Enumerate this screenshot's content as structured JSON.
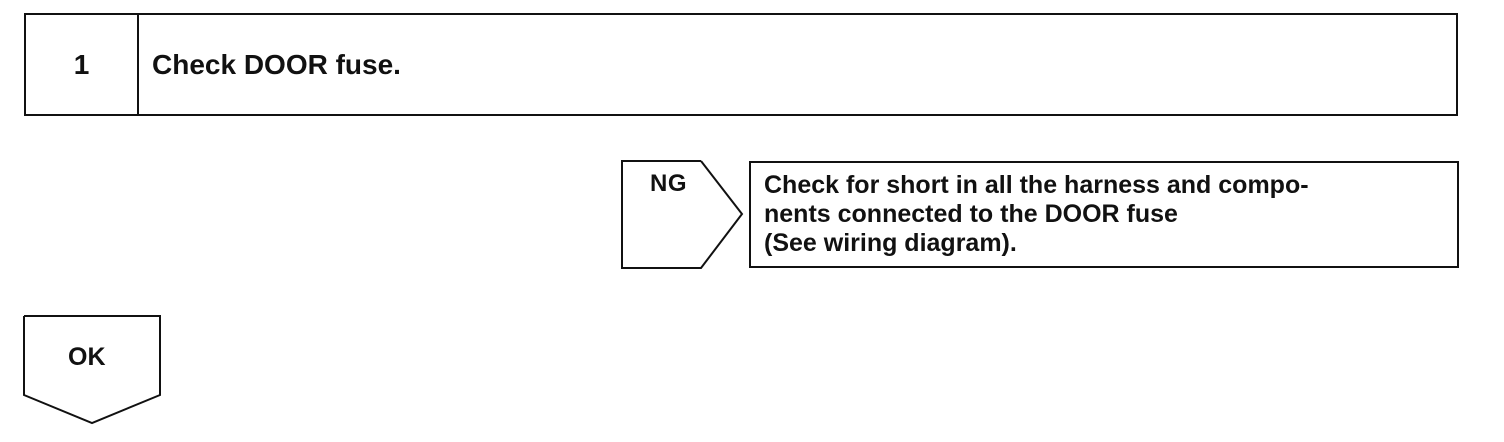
{
  "step": {
    "number": "1",
    "title": "Check DOOR fuse."
  },
  "ng": {
    "label": "NG",
    "result_lines": [
      "Check for short in all the harness and compo-",
      "nents connected to the DOOR fuse",
      "(See wiring diagram)."
    ]
  },
  "ok": {
    "label": "OK"
  }
}
